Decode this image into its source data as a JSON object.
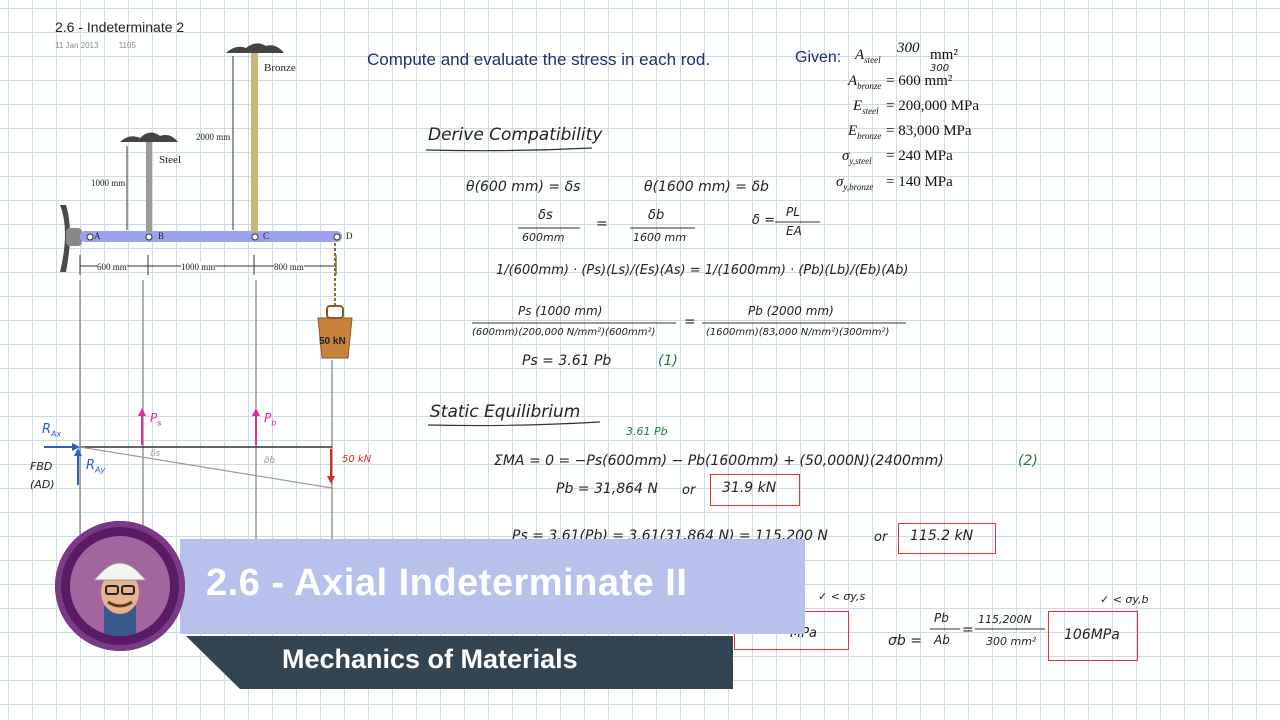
{
  "header": {
    "title": "2.6 - Indeterminate 2",
    "date": "11 Jan 2013",
    "time": "1105"
  },
  "problem": {
    "prompt": "Compute and evaluate the stress in each rod."
  },
  "given": {
    "label": "Given:",
    "a_steel": "A",
    "a_steel_sub": "steel",
    "a_steel_val": "300",
    "a_steel_unit": "mm²",
    "a_bronze": "A",
    "a_bronze_sub": "bronze",
    "a_bronze_val": "= 600 mm²",
    "a_bronze_corr": "300",
    "e_steel": "E",
    "e_steel_sub": "steel",
    "e_steel_val": "= 200,000 MPa",
    "e_bronze": "E",
    "e_bronze_sub": "bronze",
    "e_bronze_val": "= 83,000 MPa",
    "sy_steel": "σ",
    "sy_steel_sub": "y,steel",
    "sy_steel_val": "= 240 MPa",
    "sy_bronze": "σ",
    "sy_bronze_sub": "y,bronze",
    "sy_bronze_val": "= 140 MPa"
  },
  "diagram": {
    "bronze": "Bronze",
    "steel": "Steel",
    "len_bronze": "2000 mm",
    "len_steel": "1000 mm",
    "pt_a": "A",
    "pt_b": "B",
    "pt_c": "C",
    "pt_d": "D",
    "dim1": "600 mm",
    "dim2": "1000 mm",
    "dim3": "800 mm",
    "weight": "50 kN"
  },
  "fbd": {
    "rax": "R",
    "rax_sub": "Ax",
    "ray": "R",
    "ray_sub": "Ay",
    "ps": "P",
    "ps_sub": "s",
    "pb": "P",
    "pb_sub": "b",
    "load": "50 kN",
    "label": "FBD",
    "label2": "(AD)",
    "ds": "δs",
    "db": "δb"
  },
  "compat": {
    "heading": "Derive Compatibility",
    "l1a": "θ(600 mm) = δs",
    "l1b": "θ(1600 mm) = δb",
    "l2a_num": "δs",
    "l2a_den": "600mm",
    "l2b_num": "δb",
    "l2b_den": "1600 mm",
    "l2c": "δ =",
    "l2c_num": "PL",
    "l2c_den": "EA",
    "l3": "1/(600mm) · (Ps)(Ls)/(Es)(As) = 1/(1600mm) · (Pb)(Lb)/(Eb)(Ab)",
    "l4_num_l": "Ps (1000 mm)",
    "l4_den_l": "(600mm)(200,000 N/mm²)(600mm²)",
    "l4_num_r": "Pb (2000 mm)",
    "l4_den_r": "(1600mm)(83,000 N/mm²)(300mm²)",
    "result": "Ps = 3.61 Pb",
    "eq_no": "(1)"
  },
  "statics": {
    "heading": "Static Equilibrium",
    "sub": "3.61 Pb",
    "moment": "ΣMA = 0 = −Ps(600mm) − Pb(1600mm) + (50,000N)(2400mm)",
    "eq_no": "(2)",
    "pb_result": "Pb = 31,864 N",
    "or1": "or",
    "pb_box": "31.9 kN",
    "ps_result": "Ps = 3.61(Pb) = 3.61(31,864 N) = 115,200 N",
    "or2": "or",
    "ps_box": "115.2 kN"
  },
  "stress": {
    "check_s": "✓ < σy,s",
    "check_b": "✓ < σy,b",
    "sigma_b": "σb =",
    "frac1_num": "Pb",
    "frac1_den": "Ab",
    "eq": "=",
    "frac2_num": "115,200N",
    "frac2_den": "300 mm²",
    "box_b": "106MPa",
    "box_s": "MPa"
  },
  "overlay": {
    "title": "2.6 - Axial Indeterminate II",
    "subtitle": "Mechanics of Materials"
  },
  "colors": {
    "title_bar": "#b8c1ec",
    "sub_bar": "#334552",
    "beam": "#9aa3ea",
    "ink_blue": "#1f2f6e",
    "box_red": "#d33"
  }
}
